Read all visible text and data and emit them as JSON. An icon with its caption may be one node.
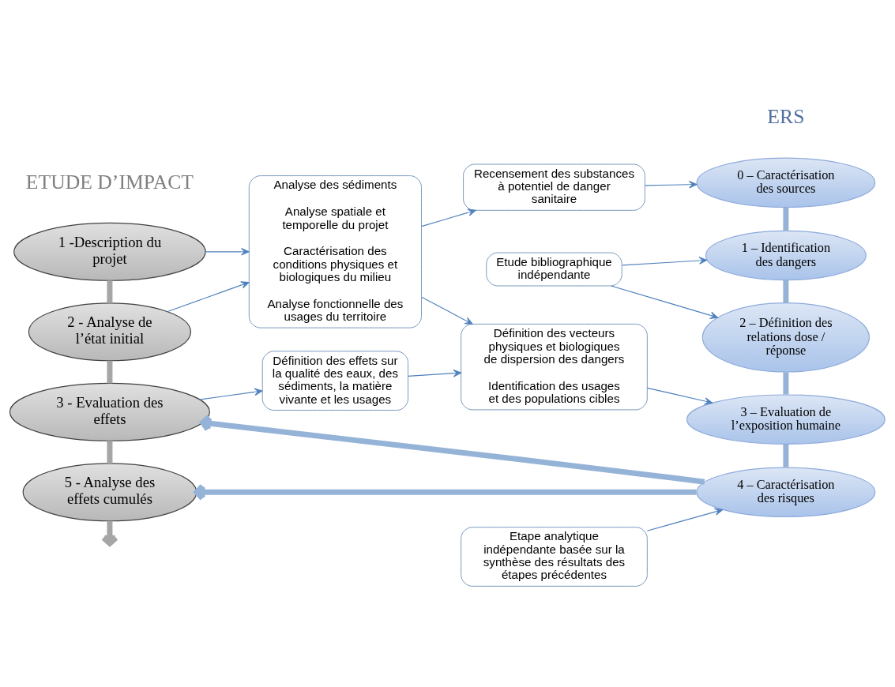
{
  "diagram": {
    "nodes": [
      {
        "text": [
          "1 -Description du projet"
        ]
      },
      {
        "text": [
          "2 - Analyse de l’état initial"
        ]
      },
      {
        "text": [
          "3 - Evaluation des effets"
        ]
      },
      {
        "text": [
          "5 - Analyse des effets cumulés"
        ]
      },
      {
        "text": [
          "Analyse des sédiments",
          "Analyse spatiale et temporelle du projet",
          "Caractérisation des conditions physiques et biologiques du milieu",
          "Analyse fonctionnelle des usages du territoire"
        ]
      },
      {
        "text": [
          "Définition des effets sur la qualité des eaux, des sédiments, la matière vivante et les usages"
        ]
      },
      {
        "text": [
          "Recensement des substances à potentiel de danger sanitaire"
        ]
      },
      {
        "text": [
          "Définition des vecteurs physiques et biologiques de dispersion des dangers",
          "Identification des usages et des populations cibles"
        ]
      },
      {
        "text": [
          "0 – Caractérisation des sources"
        ]
      },
      {
        "text": [
          "1 – Identification des dangers"
        ]
      },
      {
        "text": [
          "2 – Définition des relations dose / réponse"
        ]
      },
      {
        "text": [
          "3 – Evaluation de l’exposition humaine"
        ]
      },
      {
        "text": [
          "4 – Caractérisation des risques"
        ]
      },
      {
        "text": [
          "Etude bibliographique indépendante"
        ]
      },
      {
        "text": [
          "Etape analytique indépendante basée sur la synthèse des résultats des étapes précédentes"
        ]
      }
    ],
    "edges": [
      {
        "from": 0,
        "to": 1,
        "arrow": "none",
        "style": "thick",
        "color": "#a6a6a6"
      },
      {
        "from": 1,
        "to": 2,
        "arrow": "none",
        "style": "thick",
        "color": "#a6a6a6"
      },
      {
        "from": 2,
        "to": 3,
        "arrow": "none",
        "style": "thick",
        "color": "#a6a6a6"
      },
      {
        "from": 3,
        "to": null,
        "arrow": "to",
        "style": "thick",
        "color": "#a6a6a6"
      },
      {
        "from": 0,
        "to": 4,
        "arrow": "to"
      },
      {
        "from": 1,
        "to": 4,
        "arrow": "to"
      },
      {
        "from": 2,
        "to": 5,
        "arrow": "to"
      },
      {
        "from": 4,
        "to": 6,
        "arrow": "to"
      },
      {
        "from": 4,
        "to": 7,
        "arrow": "to"
      },
      {
        "from": 5,
        "to": 7,
        "arrow": "to"
      },
      {
        "from": 6,
        "to": 8,
        "arrow": "to"
      },
      {
        "from": 7,
        "to": 11,
        "arrow": "to"
      },
      {
        "from": 8,
        "to": 9,
        "arrow": "none",
        "style": "thick",
        "color": "#95b3d7"
      },
      {
        "from": 9,
        "to": 10,
        "arrow": "none",
        "style": "thick",
        "color": "#95b3d7"
      },
      {
        "from": 10,
        "to": 11,
        "arrow": "none",
        "style": "thick",
        "color": "#95b3d7"
      },
      {
        "from": 11,
        "to": 12,
        "arrow": "none",
        "style": "thick",
        "color": "#95b3d7"
      },
      {
        "from": 12,
        "to": 2,
        "arrow": "to",
        "style": "thick",
        "color": "#95b3d7"
      },
      {
        "from": 12,
        "to": 3,
        "arrow": "to",
        "style": "thick",
        "color": "#95b3d7"
      },
      {
        "from": 13,
        "to": 10,
        "arrow": "to"
      },
      {
        "from": 13,
        "to": 9,
        "arrow": "to"
      },
      {
        "from": 14,
        "to": 12,
        "arrow": "to"
      }
    ],
    "labels": [
      "ETUDE D’IMPACT",
      "ERS"
    ]
  }
}
